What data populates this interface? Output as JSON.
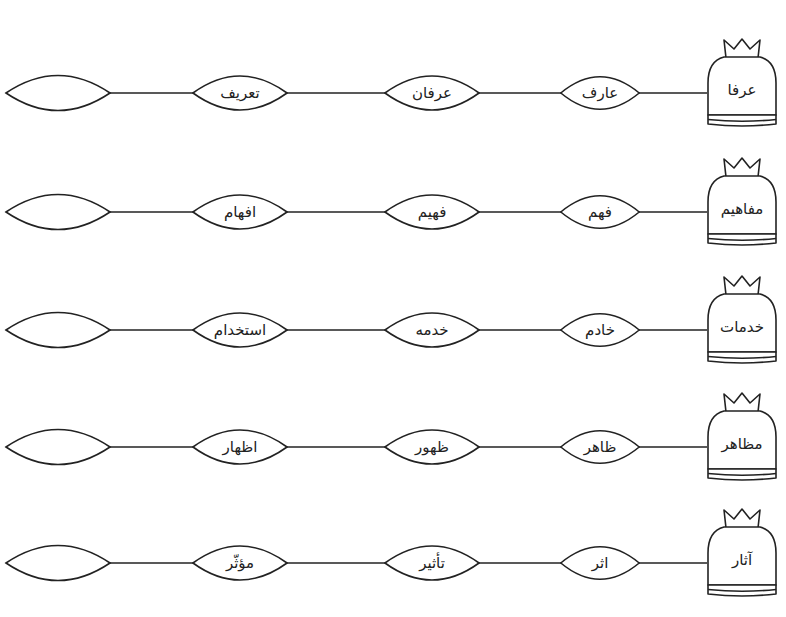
{
  "diagram": {
    "nodes": [
      {
        "text": [
          "عرفا"
        ]
      },
      {
        "text": [
          "عارف"
        ]
      },
      {
        "text": [
          "عرفان"
        ]
      },
      {
        "text": [
          "تعریف"
        ]
      },
      {
        "text": [
          "مفاهیم"
        ]
      },
      {
        "text": [
          "فهم"
        ]
      },
      {
        "text": [
          "فهیم"
        ]
      },
      {
        "text": [
          "افهام"
        ]
      },
      {
        "text": [
          "خدمات"
        ]
      },
      {
        "text": [
          "خادم"
        ]
      },
      {
        "text": [
          "خدمه"
        ]
      },
      {
        "text": [
          "استخدام"
        ]
      },
      {
        "text": [
          "مظاهر"
        ]
      },
      {
        "text": [
          "ظاهر"
        ]
      },
      {
        "text": [
          "ظهور"
        ]
      },
      {
        "text": [
          "اظهار"
        ]
      },
      {
        "text": [
          "آثار"
        ]
      },
      {
        "text": [
          "اثر"
        ]
      },
      {
        "text": [
          "تأثیر"
        ]
      },
      {
        "text": [
          "مؤثّر"
        ]
      }
    ],
    "edges": [
      {
        "from": 0,
        "to": 1,
        "arrow": "none"
      },
      {
        "from": 1,
        "to": 2,
        "arrow": "none"
      },
      {
        "from": 2,
        "to": 3,
        "arrow": "none"
      },
      {
        "from": 4,
        "to": 5,
        "arrow": "none"
      },
      {
        "from": 5,
        "to": 6,
        "arrow": "none"
      },
      {
        "from": 6,
        "to": 7,
        "arrow": "none"
      },
      {
        "from": 8,
        "to": 9,
        "arrow": "none"
      },
      {
        "from": 9,
        "to": 10,
        "arrow": "none"
      },
      {
        "from": 10,
        "to": 11,
        "arrow": "none"
      },
      {
        "from": 12,
        "to": 13,
        "arrow": "none"
      },
      {
        "from": 13,
        "to": 14,
        "arrow": "none"
      },
      {
        "from": 14,
        "to": 15,
        "arrow": "none"
      },
      {
        "from": 16,
        "to": 17,
        "arrow": "none"
      },
      {
        "from": 17,
        "to": 18,
        "arrow": "none"
      },
      {
        "from": 18,
        "to": 19,
        "arrow": "none"
      }
    ]
  }
}
